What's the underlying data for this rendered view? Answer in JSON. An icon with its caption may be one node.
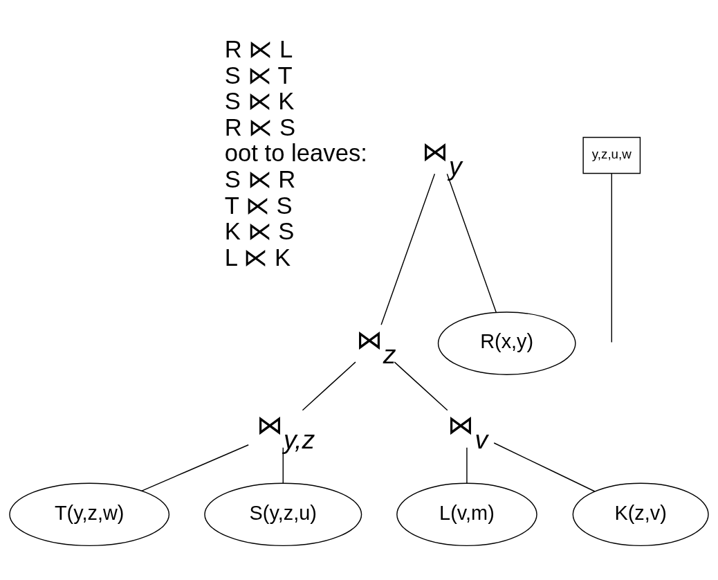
{
  "diagram": {
    "nodes": [
      {
        "text": [
          "⋈$_{y}$"
        ]
      },
      {
        "text": [
          "R(x,y)"
        ]
      },
      {
        "text": [
          "⋈$_{z}$"
        ]
      },
      {
        "text": [
          "y,z,u,w"
        ]
      },
      {
        "text": [
          "⋈$_{v}$"
        ]
      },
      {
        "text": [
          "⋈$_{y,z}$"
        ]
      },
      {
        "text": [
          "L(v,m)"
        ]
      },
      {
        "text": [
          "K(z,v)"
        ]
      },
      {
        "text": [
          "T(y,z,w)"
        ]
      },
      {
        "text": [
          "S(y,z,u)"
        ]
      }
    ],
    "edges": [
      {
        "from": 0,
        "to": 2,
        "arrow": "none"
      },
      {
        "from": 0,
        "to": 1,
        "arrow": "none"
      },
      {
        "from": 2,
        "to": 5,
        "arrow": "none"
      },
      {
        "from": 2,
        "to": 4,
        "arrow": "none"
      },
      {
        "from": 3,
        "to": null,
        "arrow": "none"
      },
      {
        "from": 4,
        "to": 6,
        "arrow": "none"
      },
      {
        "from": 4,
        "to": 7,
        "arrow": "none"
      },
      {
        "from": 5,
        "to": 8,
        "arrow": "none"
      },
      {
        "from": 5,
        "to": 9,
        "arrow": "none"
      }
    ],
    "labels": [
      "R ⋉ L",
      "S ⋉ T",
      "S ⋉ K",
      "R ⋉ S",
      "oot to leaves:",
      "S ⋉ R",
      "T ⋉ S",
      "K ⋉ S",
      "L ⋉ K"
    ]
  }
}
